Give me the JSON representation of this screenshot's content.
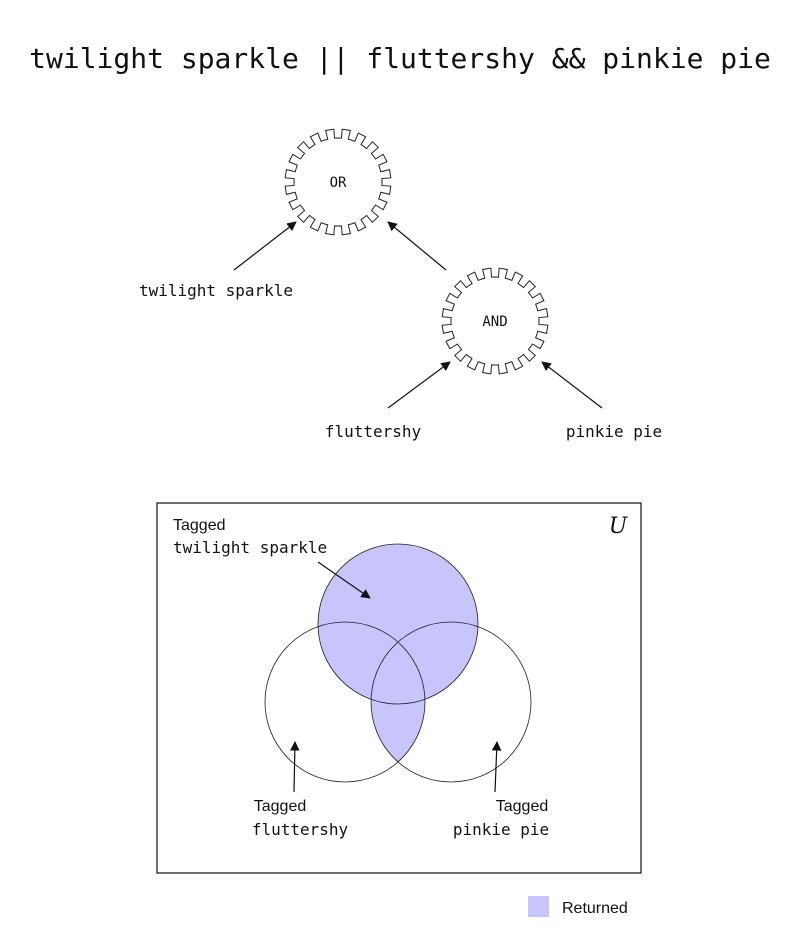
{
  "query": "twilight sparkle || fluttershy && pinkie pie",
  "tree": {
    "or_label": "OR",
    "and_label": "AND",
    "leaf_twilight": "twilight sparkle",
    "leaf_fluttershy": "fluttershy",
    "leaf_pinkie": "pinkie pie"
  },
  "venn": {
    "universe": "U",
    "twilight": {
      "line1": "Tagged",
      "line2": "twilight sparkle"
    },
    "fluttershy": {
      "line1": "Tagged",
      "line2": "fluttershy"
    },
    "pinkie": {
      "line1": "Tagged",
      "line2": "pinkie pie"
    }
  },
  "legend": {
    "label": "Returned"
  },
  "colors": {
    "returned": "#c8c4fc",
    "outline": "#222222"
  },
  "icons": {
    "operator_node": "gear-icon"
  }
}
